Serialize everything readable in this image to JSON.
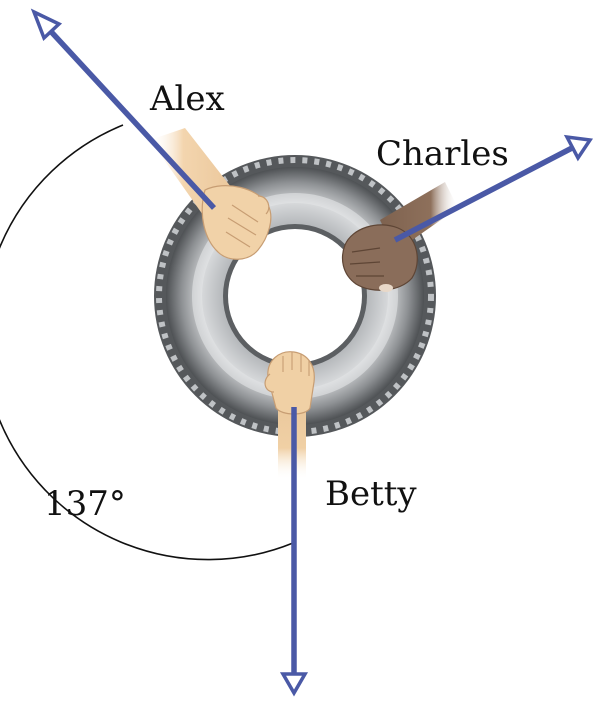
{
  "labels": {
    "alex": "Alex",
    "charles": "Charles",
    "betty": "Betty",
    "angle": "137°"
  },
  "colors": {
    "arrow": "#4a59a6",
    "tire_outer": "#5a5d60",
    "tire_mid": "#a2a5a8",
    "tire_light": "#cfd1d3",
    "skin_light": "#f0d0a5",
    "skin_dark": "#8a6d5a"
  },
  "icons": [
    "tire-icon",
    "hand-icon",
    "arrow-head-icon"
  ]
}
